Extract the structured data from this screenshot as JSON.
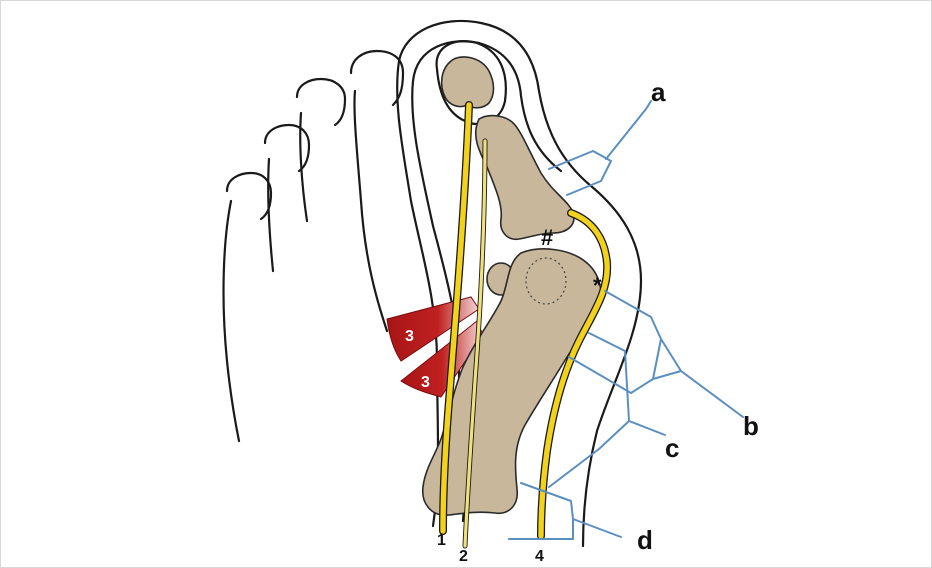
{
  "labels": {
    "a": "a",
    "b": "b",
    "c": "c",
    "d": "d",
    "hash": "#",
    "star": "*",
    "n1": "1",
    "n2": "2",
    "n3_upper": "3",
    "n3_lower": "3",
    "n4": "4"
  },
  "colors": {
    "bone": "#c9b79c",
    "nerve": "#f2d21b",
    "muscle": "#b01717",
    "leader": "#5b8fbf",
    "outline": "#1a1a1a"
  }
}
